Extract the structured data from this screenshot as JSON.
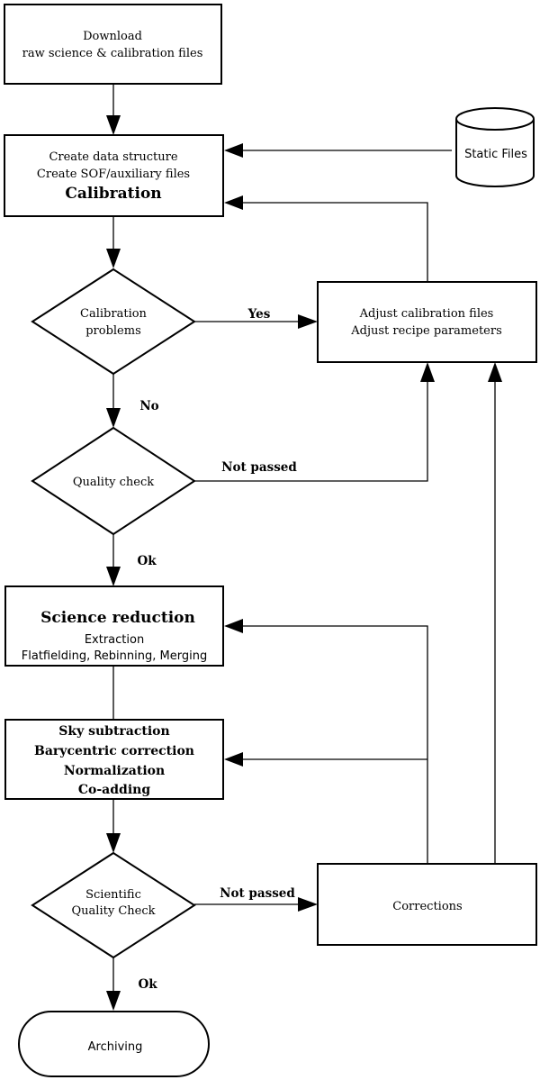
{
  "nodes": {
    "download": {
      "lines": [
        "Download",
        "raw science & calibration files"
      ]
    },
    "create": {
      "lines": [
        "Create data structure",
        "Create SOF/auxiliary files"
      ],
      "title": "Calibration"
    },
    "static_files": {
      "label": "Static Files"
    },
    "calibration_problems": {
      "lines": [
        "Calibration",
        "problems"
      ]
    },
    "adjust": {
      "lines": [
        "Adjust calibration files",
        "Adjust recipe parameters"
      ]
    },
    "quality_check": {
      "label": "Quality check"
    },
    "science": {
      "title": "Science reduction",
      "lines": [
        "Extraction",
        "Flatfielding, Rebinning, Merging"
      ]
    },
    "post": {
      "lines": [
        "Sky subtraction",
        "Barycentric correction",
        "Normalization",
        "Co-adding"
      ]
    },
    "sci_check": {
      "lines": [
        "Scientific",
        "Quality Check"
      ]
    },
    "corrections": {
      "label": "Corrections"
    },
    "archiving": {
      "label": "Archiving"
    }
  },
  "edges": {
    "yes": "Yes",
    "no": "No",
    "not_passed_1": "Not passed",
    "ok_1": "Ok",
    "not_passed_2": "Not passed",
    "ok_2": "Ok"
  }
}
